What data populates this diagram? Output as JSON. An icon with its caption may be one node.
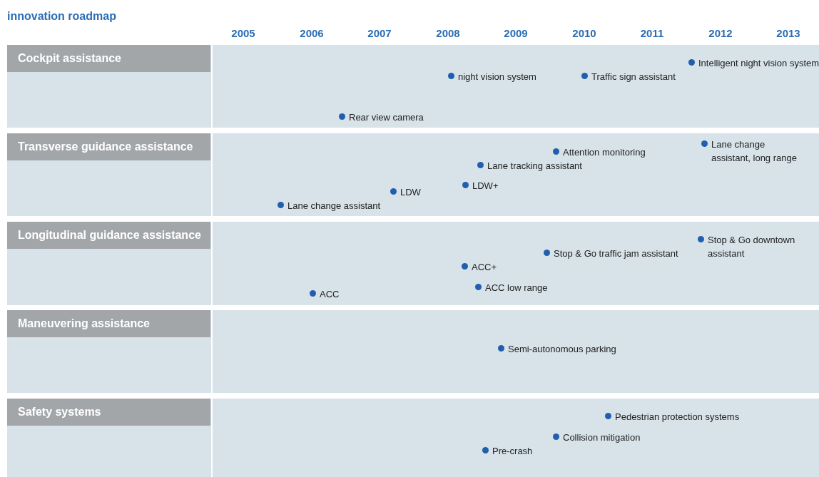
{
  "diagram": {
    "title": "innovation roadmap",
    "nodes": [
      {
        "text": [
          "Cockpit assistance"
        ]
      },
      {
        "text": [
          "Intelligent night vision system"
        ],
        "in": 0
      },
      {
        "text": [
          "night vision system"
        ],
        "in": 0
      },
      {
        "text": [
          "Traffic sign assistant"
        ],
        "in": 0
      },
      {
        "text": [
          "Rear view camera"
        ],
        "in": 0
      },
      {
        "text": [
          "Transverse guidance assistance"
        ]
      },
      {
        "text": [
          "Lane change assistant, long range"
        ],
        "in": 5
      },
      {
        "text": [
          "Attention monitoring"
        ],
        "in": 5
      },
      {
        "text": [
          "Lane tracking assistant"
        ],
        "in": 5
      },
      {
        "text": [
          "LDW+"
        ],
        "in": 5
      },
      {
        "text": [
          "LDW"
        ],
        "in": 5
      },
      {
        "text": [
          "Lane change assistant"
        ],
        "in": 5
      },
      {
        "text": [
          "Longitudinal guidance assistance"
        ]
      },
      {
        "text": [
          "Stop & Go downtown assistant"
        ],
        "in": 12
      },
      {
        "text": [
          "Stop & Go traffic jam assistant"
        ],
        "in": 12
      },
      {
        "text": [
          "ACC+"
        ],
        "in": 12
      },
      {
        "text": [
          "ACC low range"
        ],
        "in": 12
      },
      {
        "text": [
          "ACC"
        ],
        "in": 12
      },
      {
        "text": [
          "Maneuvering assistance"
        ]
      },
      {
        "text": [
          "Semi-autonomous parking"
        ],
        "in": 18
      },
      {
        "text": [
          "Safety systems"
        ]
      },
      {
        "text": [
          "Pedestrian protection systems"
        ],
        "in": 20
      },
      {
        "text": [
          "Collision mitigation"
        ],
        "in": 20
      },
      {
        "text": [
          "Pre-crash"
        ],
        "in": 20
      }
    ],
    "edges": [],
    "labels": [
      "2005",
      "2006",
      "2007",
      "2008",
      "2009",
      "2010",
      "2011",
      "2012",
      "2013"
    ]
  }
}
